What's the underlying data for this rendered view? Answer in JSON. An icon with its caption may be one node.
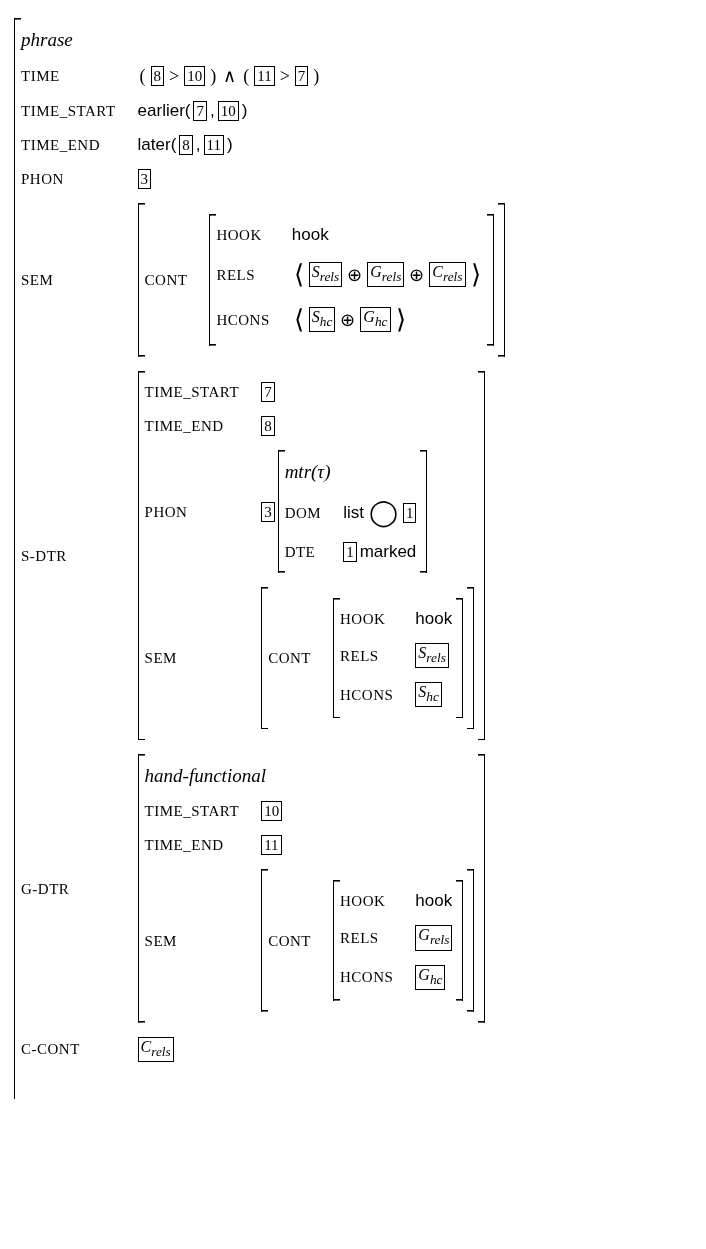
{
  "diagram": {
    "nodes": [
      {
        "text": [
          "phrase",
          "TIME",
          "(",
          ">",
          ")",
          "∧",
          "(",
          ">",
          ")",
          "TIME_START",
          "earlier(",
          ",",
          ")",
          "TIME_END",
          "later(",
          ",",
          ")",
          "PHON",
          "SEM",
          "S-DTR",
          "G-DTR",
          "C-CONT"
        ]
      },
      {
        "text": [
          "8"
        ],
        "in": 0
      },
      {
        "text": [
          "10"
        ],
        "in": 0
      },
      {
        "text": [
          "11"
        ],
        "in": 0
      },
      {
        "text": [
          "7"
        ],
        "in": 0
      },
      {
        "text": [
          "7"
        ],
        "in": 0
      },
      {
        "text": [
          "10"
        ],
        "in": 0
      },
      {
        "text": [
          "8"
        ],
        "in": 0
      },
      {
        "text": [
          "11"
        ],
        "in": 0
      },
      {
        "text": [
          "3"
        ],
        "in": 0
      },
      {
        "text": [
          "CONT"
        ],
        "in": 0
      },
      {
        "text": [
          "HOOK",
          "hook",
          "RELS",
          "⟨",
          "⊕",
          "⊕",
          "⟩",
          "HCONS",
          "⟨",
          "⊕",
          "⟩"
        ],
        "in": 10
      },
      {
        "text": [
          "S$_{rels}$"
        ],
        "in": 11
      },
      {
        "text": [
          "G$_{rels}$"
        ],
        "in": 11
      },
      {
        "text": [
          "C$_{rels}$"
        ],
        "in": 11
      },
      {
        "text": [
          "S$_{hc}$"
        ],
        "in": 11
      },
      {
        "text": [
          "G$_{hc}$"
        ],
        "in": 11
      },
      {
        "text": [
          "TIME_START",
          "TIME_END",
          "PHON",
          "SEM"
        ],
        "in": 0
      },
      {
        "text": [
          "7"
        ],
        "in": 17
      },
      {
        "text": [
          "8"
        ],
        "in": 17
      },
      {
        "text": [
          "3"
        ],
        "in": 17
      },
      {
        "text": [
          "mtr(τ)",
          "DOM",
          "list",
          "◯",
          "DTE",
          "marked"
        ],
        "in": 17
      },
      {
        "text": [
          "1"
        ],
        "in": 21
      },
      {
        "text": [
          "1"
        ],
        "in": 21
      },
      {
        "text": [
          "CONT"
        ],
        "in": 17
      },
      {
        "text": [
          "HOOK",
          "hook",
          "RELS",
          "HCONS"
        ],
        "in": 24
      },
      {
        "text": [
          "S$_{rels}$"
        ],
        "in": 25
      },
      {
        "text": [
          "S$_{hc}$"
        ],
        "in": 25
      },
      {
        "text": [
          "hand-functional",
          "TIME_START",
          "TIME_END",
          "SEM"
        ],
        "in": 0
      },
      {
        "text": [
          "10"
        ],
        "in": 28
      },
      {
        "text": [
          "11"
        ],
        "in": 28
      },
      {
        "text": [
          "CONT"
        ],
        "in": 28
      },
      {
        "text": [
          "HOOK",
          "hook",
          "RELS",
          "HCONS"
        ],
        "in": 31
      },
      {
        "text": [
          "G$_{rels}$"
        ],
        "in": 32
      },
      {
        "text": [
          "G$_{hc}$"
        ],
        "in": 32
      },
      {
        "text": [
          "C$_{rels}$"
        ],
        "in": 0
      }
    ]
  }
}
